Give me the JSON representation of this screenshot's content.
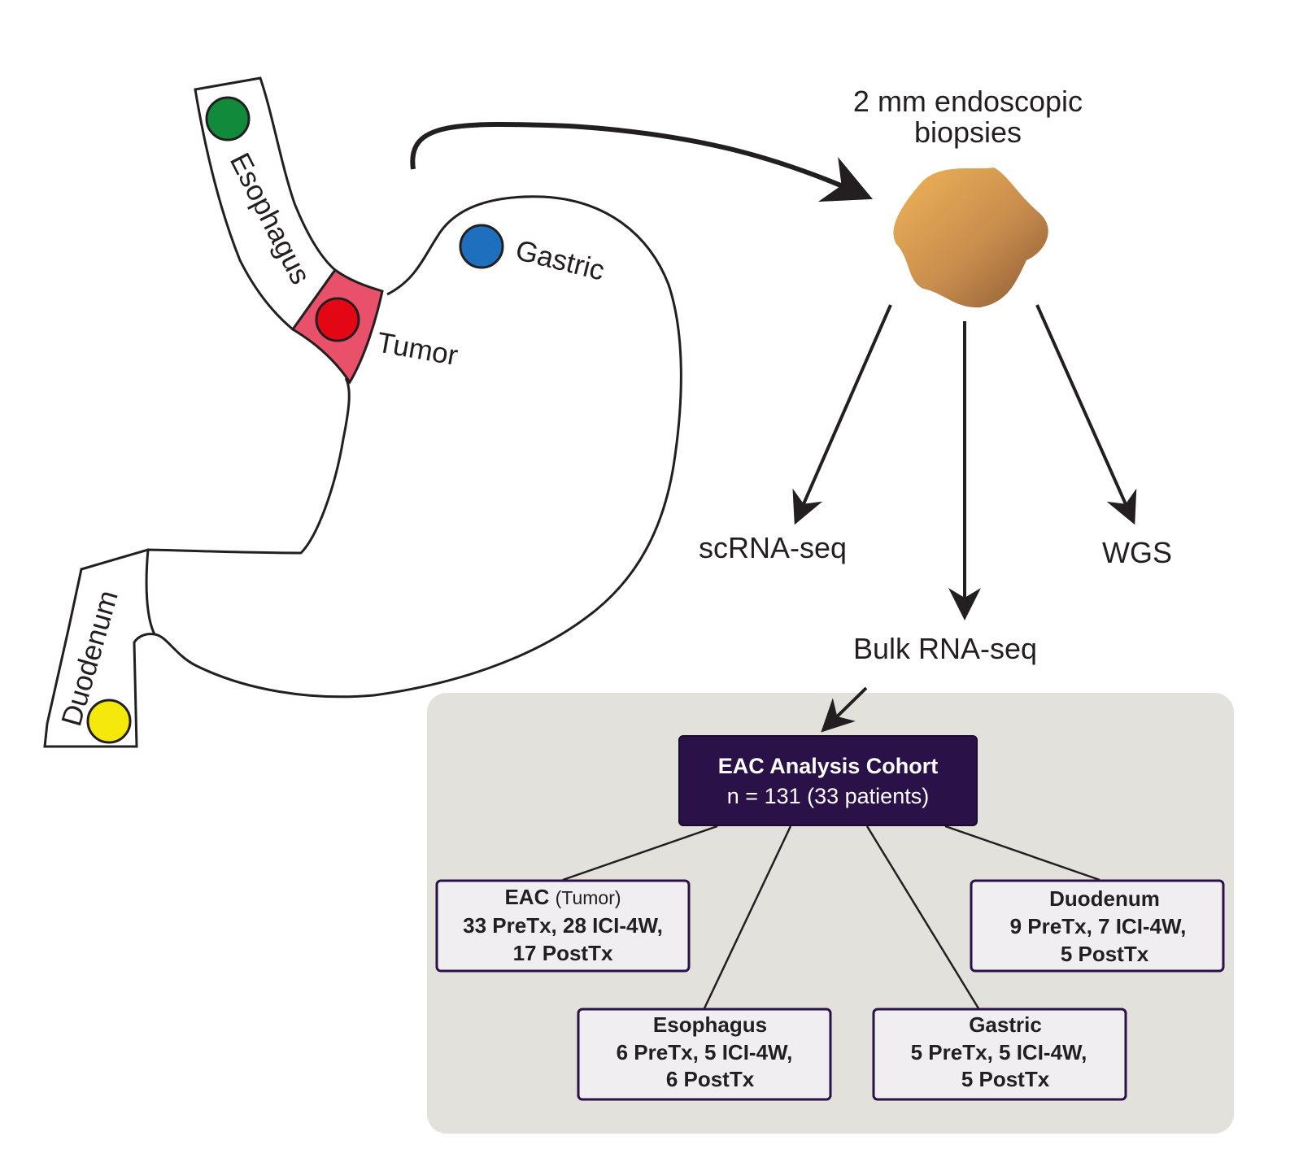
{
  "colors": {
    "esophagus_dot": "#118a3c",
    "gastric_dot": "#1f6fbf",
    "tumor_dot": "#e30613",
    "tumor_region": "#e9506a",
    "duodenum_dot": "#f5e90c",
    "cohort_box": "#2a1248",
    "sub_box_border": "#2a1248",
    "sub_box_fill": "#f0eef0",
    "panel_bg": "#e3e1dc",
    "line": "#231f20"
  },
  "icons": {
    "biopsy": "biopsy-tissue-icon",
    "stomach": "stomach-outline-icon"
  },
  "organ_labels": {
    "esophagus": "Esophagus",
    "gastric": "Gastric",
    "tumor": "Tumor",
    "duodenum": "Duodenum"
  },
  "biopsy": {
    "line1": "2 mm endoscopic",
    "line2": "biopsies"
  },
  "methods": {
    "scrna": "scRNA-seq",
    "bulk": "Bulk RNA-seq",
    "wgs": "WGS"
  },
  "cohort": {
    "title": "EAC Analysis Cohort",
    "subtitle": "n = 131 (33 patients)",
    "groups": [
      {
        "name": "EAC",
        "name_suffix": "(Tumor)",
        "line1": "33 PreTx, 28 ICI-4W,",
        "line2": "17 PostTx"
      },
      {
        "name": "Esophagus",
        "name_suffix": "",
        "line1": "6 PreTx, 5 ICI-4W,",
        "line2": "6 PostTx"
      },
      {
        "name": "Gastric",
        "name_suffix": "",
        "line1": "5 PreTx, 5 ICI-4W,",
        "line2": "5 PostTx"
      },
      {
        "name": "Duodenum",
        "name_suffix": "",
        "line1": "9 PreTx, 7 ICI-4W,",
        "line2": "5 PostTx"
      }
    ]
  }
}
